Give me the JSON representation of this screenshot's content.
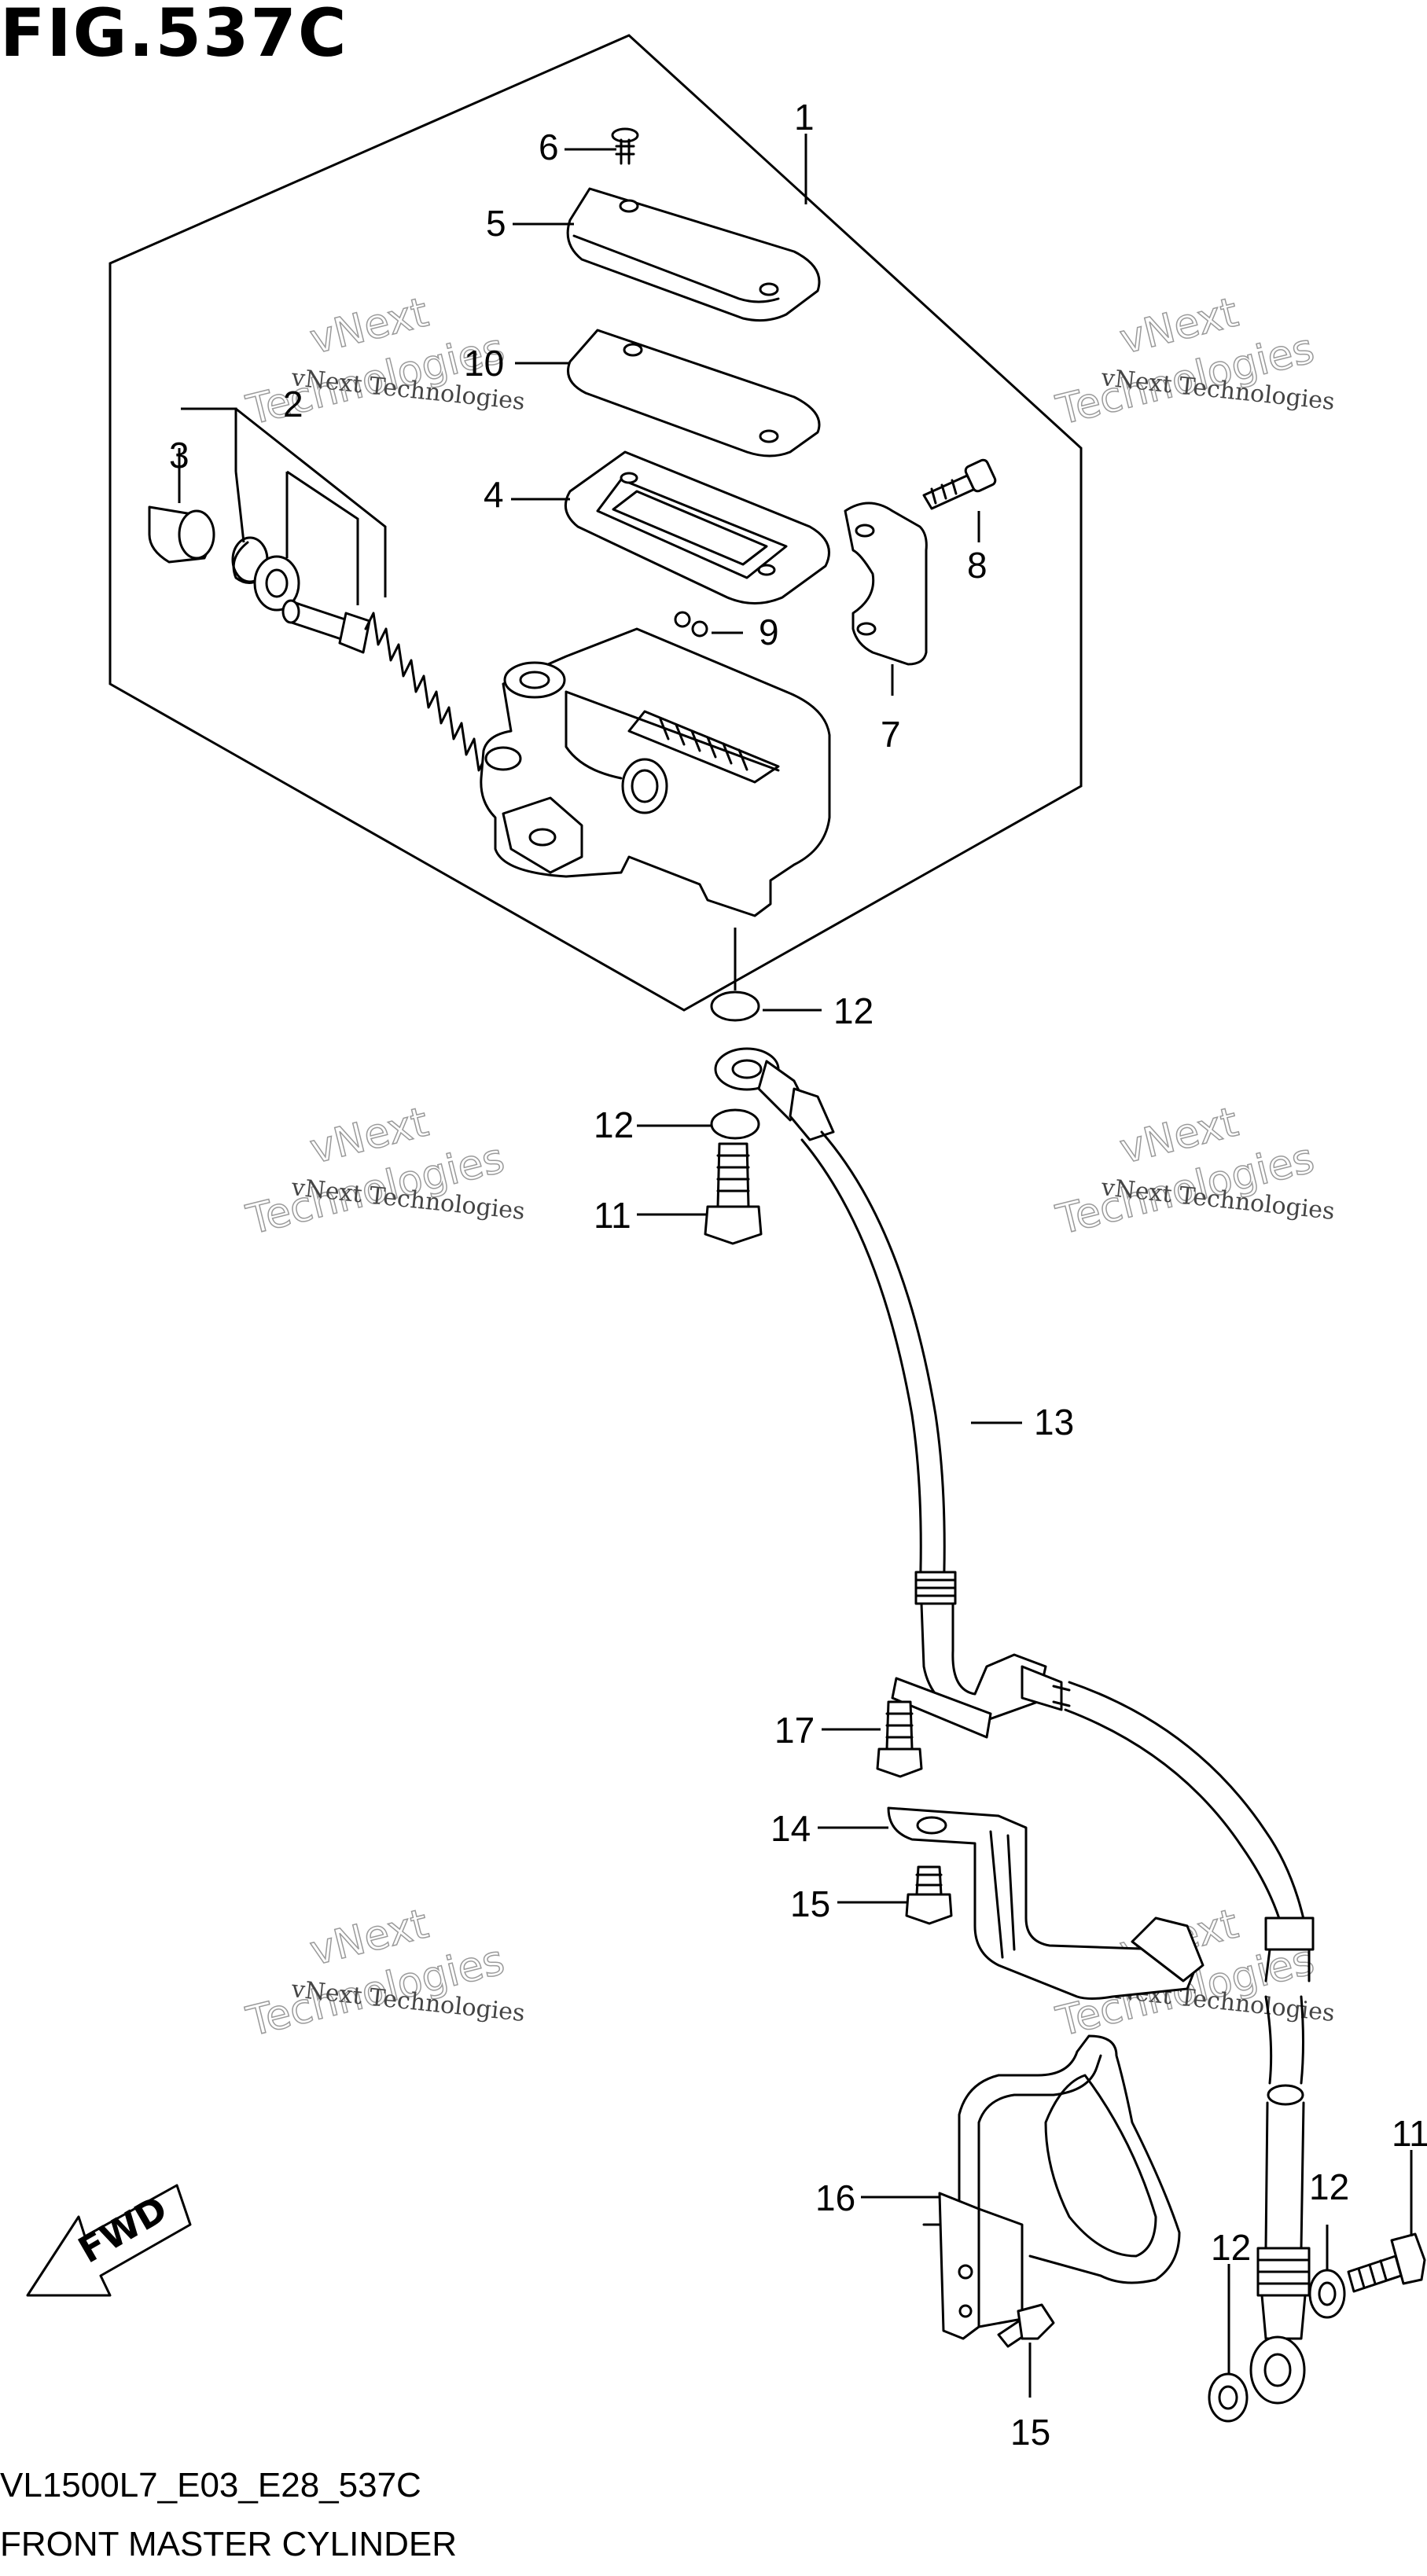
{
  "figure": {
    "title": "FIG.537C",
    "model_code": "VL1500L7_E03_E28_537C",
    "name": "FRONT MASTER CYLINDER"
  },
  "watermark": {
    "line1": "vNext Technologies",
    "line2": "vNext",
    "line3": "Technologies"
  },
  "fwd_label": "FWD",
  "callouts": {
    "c1": "1",
    "c2": "2",
    "c3": "3",
    "c4": "4",
    "c5": "5",
    "c6": "6",
    "c7": "7",
    "c8": "8",
    "c9": "9",
    "c10": "10",
    "c11a": "11",
    "c11b": "11",
    "c12a": "12",
    "c12b": "12",
    "c12c": "12",
    "c12d": "12",
    "c13": "13",
    "c14": "14",
    "c15a": "15",
    "c15b": "15",
    "c16": "16",
    "c17": "17"
  }
}
